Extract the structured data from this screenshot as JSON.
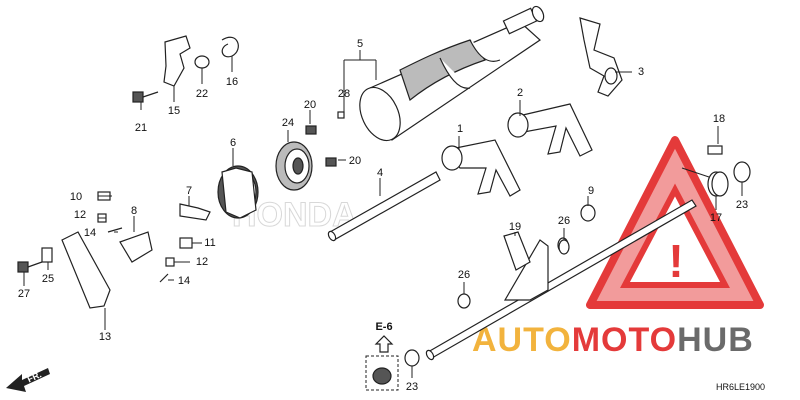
{
  "diagram_code": "HR6LE1900",
  "reference": {
    "label": "E-6"
  },
  "direction": {
    "label": "FR."
  },
  "watermark": {
    "part1": "AUTO",
    "part2": "MOTO",
    "part3": "HUB"
  },
  "brand_watermark": "HONDA",
  "callouts": [
    "1",
    "2",
    "3",
    "4",
    "5",
    "6",
    "7",
    "8",
    "9",
    "10",
    "11",
    "12",
    "12",
    "13",
    "14",
    "14",
    "15",
    "16",
    "17",
    "18",
    "19",
    "20",
    "20",
    "21",
    "22",
    "23",
    "23",
    "24",
    "25",
    "26",
    "26",
    "27",
    "28"
  ],
  "colors": {
    "watermark_red": "#e43a3a",
    "watermark_orange": "#f2b33d",
    "watermark_gray": "#6a6a6a",
    "line": "#222222"
  }
}
